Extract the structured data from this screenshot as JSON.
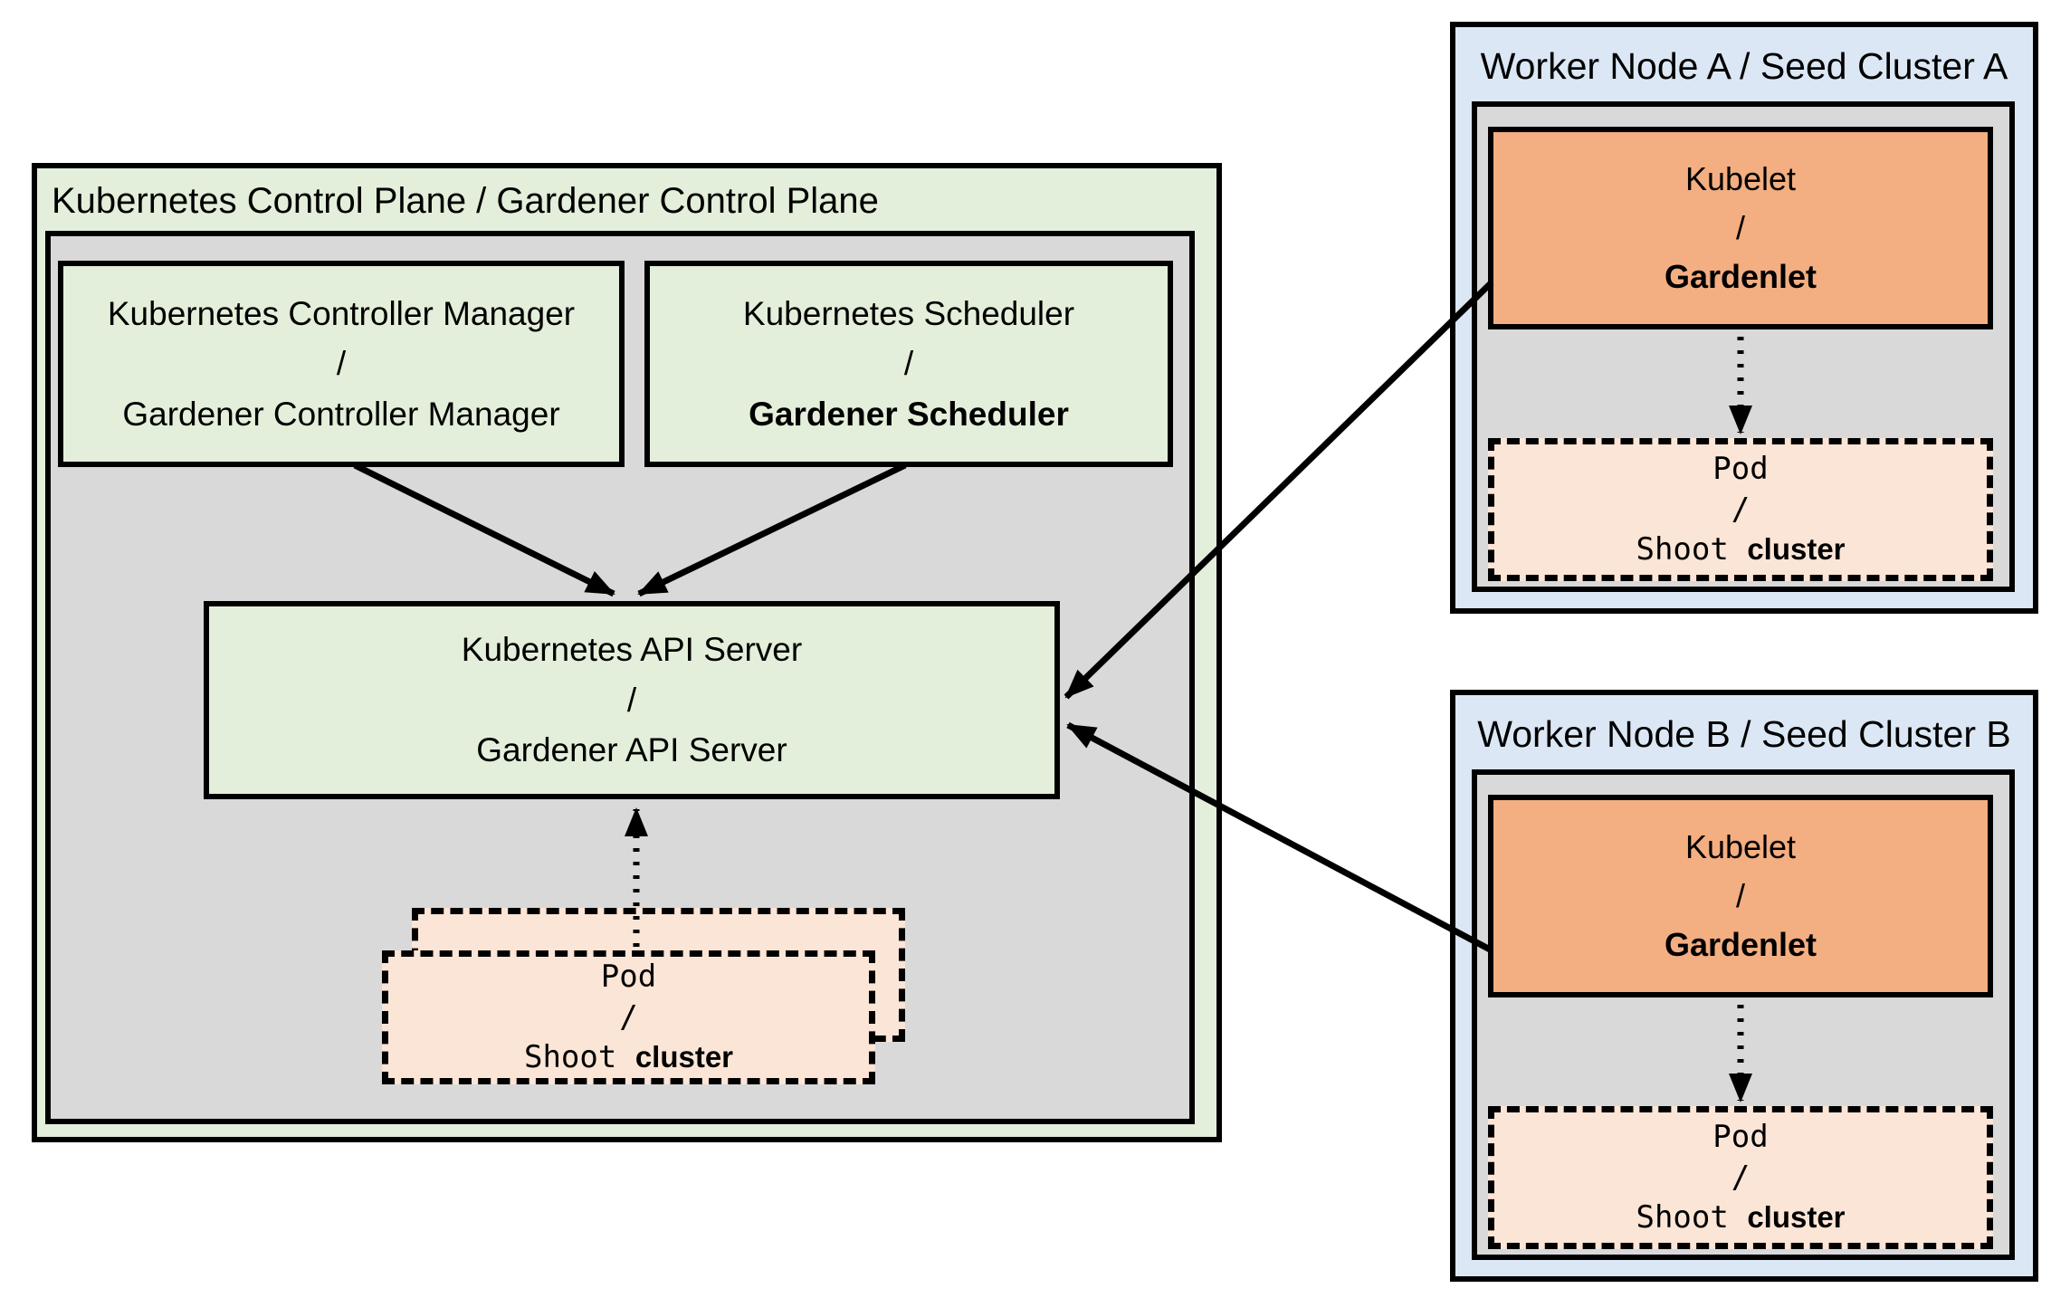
{
  "colors": {
    "green": "#e3efda",
    "gray": "#d9d9d9",
    "blue": "#dbe7f4",
    "orange": "#f3ae81",
    "peach": "#fbe5d6",
    "line": "#000000",
    "page": "#ffffff"
  },
  "control_plane": {
    "title": "Kubernetes Control Plane / Gardener Control Plane",
    "controller_manager": {
      "line1": "Kubernetes Controller Manager",
      "separator": "/",
      "line2": "Gardener Controller Manager"
    },
    "scheduler": {
      "line1": "Kubernetes Scheduler",
      "separator": "/",
      "line2": "Gardener Scheduler"
    },
    "api_server": {
      "line1": "Kubernetes API Server",
      "separator": "/",
      "line2": "Gardener API Server"
    },
    "pod_stack": {
      "line1": "Pod",
      "separator": "/",
      "line2_code": "Shoot",
      "line2_text": "cluster"
    }
  },
  "worker_node_a": {
    "title": "Worker Node A / Seed Cluster A",
    "kubelet": {
      "line1": "Kubelet",
      "separator": "/",
      "line2": "Gardenlet"
    },
    "pod": {
      "line1": "Pod",
      "separator": "/",
      "line2_code": "Shoot",
      "line2_text": "cluster"
    }
  },
  "worker_node_b": {
    "title": "Worker Node B / Seed Cluster B",
    "kubelet": {
      "line1": "Kubelet",
      "separator": "/",
      "line2": "Gardenlet"
    },
    "pod": {
      "line1": "Pod",
      "separator": "/",
      "line2_code": "Shoot",
      "line2_text": "cluster"
    }
  }
}
